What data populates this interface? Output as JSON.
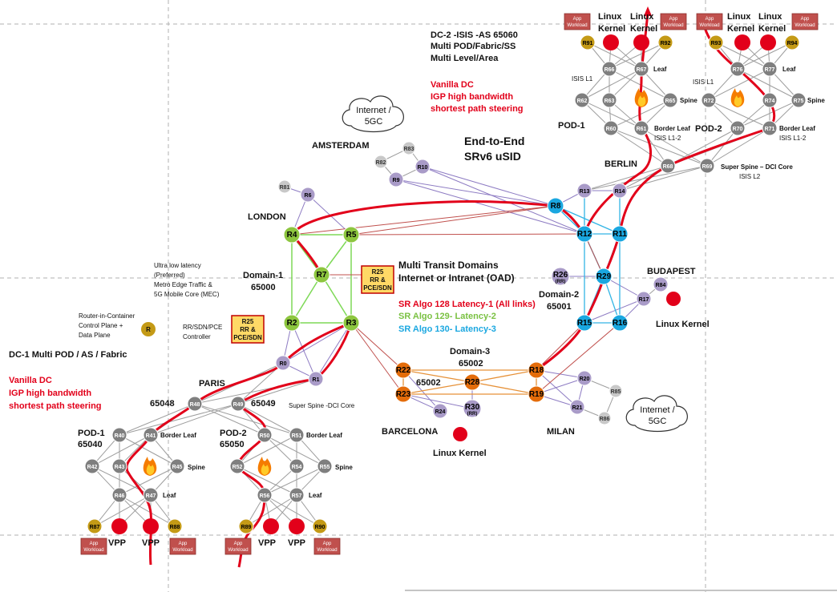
{
  "title": {
    "main_1": "End-to-End",
    "main_2": "SRv6 uSID"
  },
  "dc2": {
    "line1": "DC-2 -ISIS -AS 65060",
    "line2": "Multi POD/Fabric/SS",
    "line3": "Multi Level/Area",
    "red1": "Vanilla DC",
    "red2": "IGP high bandwidth",
    "red3": "shortest path steering",
    "pod1": "POD-1",
    "pod2": "POD-2",
    "isis_l1_a": "ISIS L1",
    "isis_l1_b": "ISIS L1",
    "leaf_a": "Leaf",
    "leaf_b": "Leaf",
    "spine_a": "Spine",
    "spine_b": "Spine",
    "border_leaf_a": "Border Leaf",
    "border_leaf_b": "Border Leaf",
    "isis_l12_a": "ISIS L1-2",
    "isis_l12_b": "ISIS L1-2",
    "super_spine": "Super Spine – DCI Core",
    "isis_l2": "ISIS L2",
    "berlin": "BERLIN"
  },
  "dc1": {
    "title": "DC-1 Multi POD / AS / Fabric",
    "red1": "Vanilla DC",
    "red2": "IGP high bandwidth",
    "red3": "shortest path steering",
    "paris": "PARIS",
    "as_48": "65048",
    "as_49": "65049",
    "super_spine": "Super Spine -DCI Core",
    "pod1": "POD-1",
    "pod1_as": "65040",
    "pod2": "POD-2",
    "pod2_as": "65050",
    "border_leaf_a": "Border Leaf",
    "border_leaf_b": "Border Leaf",
    "spine_a": "Spine",
    "spine_b": "Spine",
    "leaf_a": "Leaf",
    "leaf_b": "Leaf"
  },
  "domains": {
    "d1": "Domain-1",
    "d1_as": "65000",
    "d2": "Domain-2",
    "d2_as": "65001",
    "d3": "Domain-3",
    "d3_as": "65002",
    "d3_as_b": "65002",
    "transit1": "Multi Transit Domains",
    "transit2": "Internet or Intranet (OAD)",
    "london": "LONDON",
    "amsterdam": "AMSTERDAM",
    "budapest": "BUDAPEST",
    "barcelona": "BARCELONA",
    "milan": "MILAN"
  },
  "algo": {
    "a128": "SR Algo 128 Latency-1 (All links)",
    "a129": "SR Algo 129- Latency-2",
    "a130": "SR Algo 130- Latency-3"
  },
  "misc": {
    "ull1": "Ultra low latency",
    "ull2": "(Preferred)",
    "ull3": "Metro Edge Traffic &",
    "ull4": "5G Mobile Core (MEC)",
    "ric1": "Router-in-Container",
    "ric2": "Control Plane +",
    "ric3": "Data Plane",
    "ric_node": "R",
    "rr1": "RR/SDN/PCE",
    "rr2": "Controller",
    "r25a_1": "R25",
    "r25a_2": "RR &",
    "r25a_3": "PCE/SDN",
    "r25b_1": "R25",
    "r25b_2": "RR &",
    "r25b_3": "PCE/SDN",
    "inet1_1": "Internet /",
    "inet1_2": "5GC",
    "inet2_1": "Internet /",
    "inet2_2": "5GC",
    "linux_kernel": "Linux Kernel",
    "linux": "Linux",
    "kernel": "Kernel",
    "vpp": "VPP",
    "app_1": "App",
    "app_2": "Workload"
  },
  "colors": {
    "green": "#8dc63f",
    "blue": "#1aa7e0",
    "orange": "#e46c0a",
    "purple": "#a99bc8",
    "gray": "#7f7f7f",
    "gold": "#c49a16",
    "red": "#e2001a",
    "app_box": "#c0504d",
    "rr_box": "#ffd966",
    "path_red": "#e2001a",
    "green_link": "#7ed957",
    "blue_link": "#33b5e5",
    "orange_link": "#e69138",
    "purple_link": "#8e7cc3",
    "dark_red_link": "#c0504d",
    "gray_link": "#9e9e9e"
  }
}
